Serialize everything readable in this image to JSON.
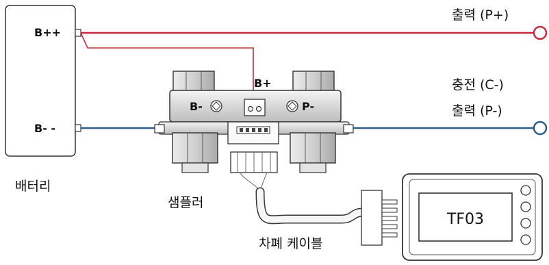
{
  "battery": {
    "label": "배터리",
    "positive_terminal": "B++",
    "negative_terminal": "B- -"
  },
  "sampler": {
    "label": "샘플러",
    "b_minus_label": "B-",
    "b_plus_label": "B+",
    "p_minus_label": "P-"
  },
  "outputs": {
    "positive_label": "출력 (P+)",
    "charge_label": "충전 (C-)",
    "negative_label": "출력 (P-)"
  },
  "cable": {
    "label": "차폐 케이블"
  },
  "display": {
    "model": "TF03"
  },
  "colors": {
    "positive_wire": "#c8283a",
    "negative_wire": "#2b5d86",
    "outline": "#333333"
  }
}
